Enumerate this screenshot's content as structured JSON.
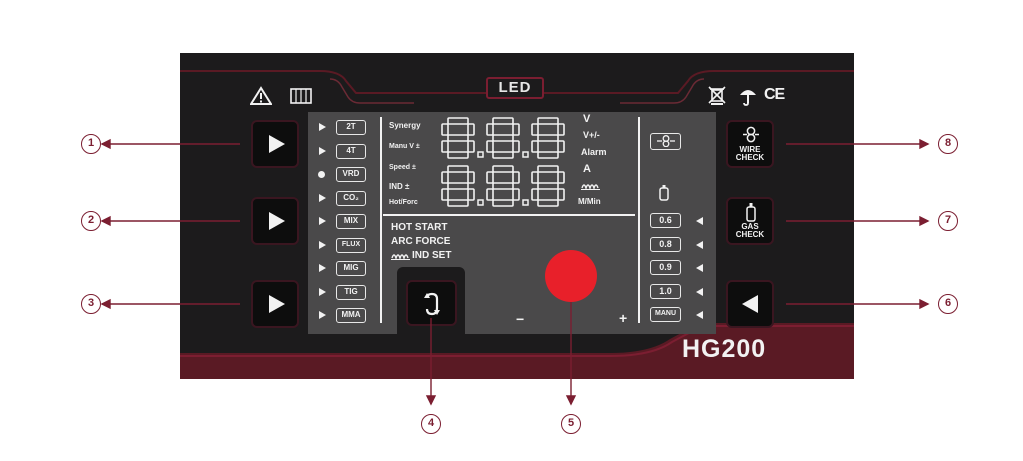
{
  "panel": {
    "led_label": "LED",
    "model": "HG200",
    "ce_mark": "CE",
    "icons": [
      "warning-icon",
      "manual-icon",
      "weee-bin-icon",
      "umbrella-icon"
    ]
  },
  "modes": [
    {
      "label": "2T",
      "indicator": "triangle"
    },
    {
      "label": "4T",
      "indicator": "triangle"
    },
    {
      "label": "VRD",
      "indicator": "dot"
    },
    {
      "label": "CO₂",
      "indicator": "triangle"
    },
    {
      "label": "MIX",
      "indicator": "triangle"
    },
    {
      "label": "FLUX",
      "indicator": "triangle"
    },
    {
      "label": "MIG",
      "indicator": "triangle"
    },
    {
      "label": "TIG",
      "indicator": "triangle"
    },
    {
      "label": "MMA",
      "indicator": "triangle"
    }
  ],
  "display": {
    "left_labels": {
      "synergy": "Synergy",
      "manu_v": "Manu V ±",
      "speed": "Speed ±",
      "ind": "IND ±",
      "hot_forc": "Hot/Forc"
    },
    "top_digits": "8.8.8",
    "bottom_digits": "8.8.8",
    "right_units": {
      "v": "V",
      "v_pm": "V+/-",
      "alarm": "Alarm",
      "a": "A",
      "m_min": "M/Min"
    },
    "func_list": [
      "HOT START",
      "ARC FORCE",
      "IND SET"
    ],
    "knob_minus": "−",
    "knob_plus": "+"
  },
  "wire_sizes": [
    "0.6",
    "0.8",
    "0.9",
    "1.0",
    "MANU"
  ],
  "buttons": {
    "wire_check": [
      "WIRE",
      "CHECK"
    ],
    "gas_check": [
      "GAS",
      "CHECK"
    ]
  },
  "callouts": [
    "1",
    "2",
    "3",
    "4",
    "5",
    "6",
    "7",
    "8"
  ],
  "colors": {
    "panel": "#1c1b1c",
    "lcd": "#4a494a",
    "accent": "#7b1e31",
    "knob": "#e8202a",
    "bottom_band": "#5a1a24"
  }
}
